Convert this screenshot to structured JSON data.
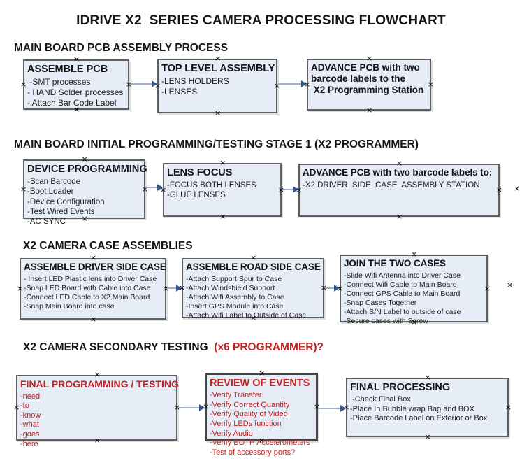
{
  "title": "IDRIVE X2  SERIES CAMERA PROCESSING FLOWCHART",
  "glyphs": {
    "anchor": "×"
  },
  "colors": {
    "box_fill": "#e7edf6",
    "box_border": "#5f5f5f",
    "red_text": "#c42323",
    "arrow_line": "#9fb0cf",
    "arrow_head": "#33568e"
  },
  "sections": [
    {
      "heading": "MAIN BOARD PCB ASSEMBLY PROCESS",
      "heading_red": "",
      "boxes": [
        {
          "title": "ASSEMBLE PCB",
          "items": [
            " -SMT processes",
            "- HAND Solder processes",
            "- Attach Bar Code Label"
          ]
        },
        {
          "title": "TOP LEVEL ASSEMBLY",
          "items": [
            "-LENS HOLDERS",
            "-LENSES"
          ]
        },
        {
          "title": "ADVANCE PCB with two\nbarcode labels to the\n X2 Programming Station",
          "items": []
        }
      ]
    },
    {
      "heading": "MAIN BOARD INITIAL PROGRAMMING/TESTING STAGE 1 (X2 PROGRAMMER)",
      "heading_red": "",
      "boxes": [
        {
          "title": "DEVICE PROGRAMMING",
          "items": [
            "-Scan Barcode",
            "-Boot Loader",
            "-Device Configuration",
            "-Test Wired Events",
            "-AC SYNC"
          ]
        },
        {
          "title": "LENS FOCUS",
          "items": [
            "-FOCUS BOTH LENSES",
            "-GLUE LENSES"
          ]
        },
        {
          "title": "ADVANCE PCB with two barcode labels to:",
          "items": [
            "-X2 DRIVER  SIDE  CASE  ASSEMBLY STATION"
          ]
        }
      ]
    },
    {
      "heading": "X2 CAMERA CASE ASSEMBLIES",
      "heading_red": "",
      "boxes": [
        {
          "title": "ASSEMBLE DRIVER SIDE CASE",
          "items": [
            "- Insert LED Plastic lens into Driver Case",
            "-Snap LED Board with Cable into Case",
            "-Connect LED Cable to X2 Main Board",
            "-Snap Main Board into case"
          ]
        },
        {
          "title": "ASSEMBLE ROAD SIDE CASE",
          "items": [
            "-Attach Support Spur to Case",
            "-Attach Windshield Support",
            "-Attach Wifi Assembly to Case",
            "-Insert GPS Module into Case",
            "-Attach Wifi Label to Outside of Case"
          ]
        },
        {
          "title": "JOIN THE TWO CASES",
          "items": [
            "-Slide Wifi Antenna into Driver Case",
            "-Connect Wifi Cable to Main Board",
            "-Connect GPS Cable to Main Board",
            "-Snap Cases Together",
            "-Attach S/N Label to outside of case",
            "-Secure cases with Screw"
          ]
        }
      ]
    },
    {
      "heading": "X2 CAMERA SECONDARY TESTING  ",
      "heading_red": "(x6 PROGRAMMER)?",
      "boxes": [
        {
          "title": "FINAL PROGRAMMING / TESTING",
          "items": [
            "-need",
            "-to",
            "-know",
            "-what",
            "-goes",
            "-here"
          ]
        },
        {
          "title": "REVIEW OF EVENTS",
          "items": [
            "-Verify Transfer",
            "-Verify Correct Quantity",
            "-Verify Quality of Video",
            "-Verify LEDs function",
            "-Verify Audio",
            "-Verify BOTH Accelerometers",
            "-Test of accessory ports?"
          ]
        },
        {
          "title": "FINAL PROCESSING",
          "items": [
            " -Check Final Box",
            "-Place In Bubble wrap Bag and BOX",
            "-Place Barcode Label on Exterior or Box"
          ]
        }
      ]
    }
  ]
}
